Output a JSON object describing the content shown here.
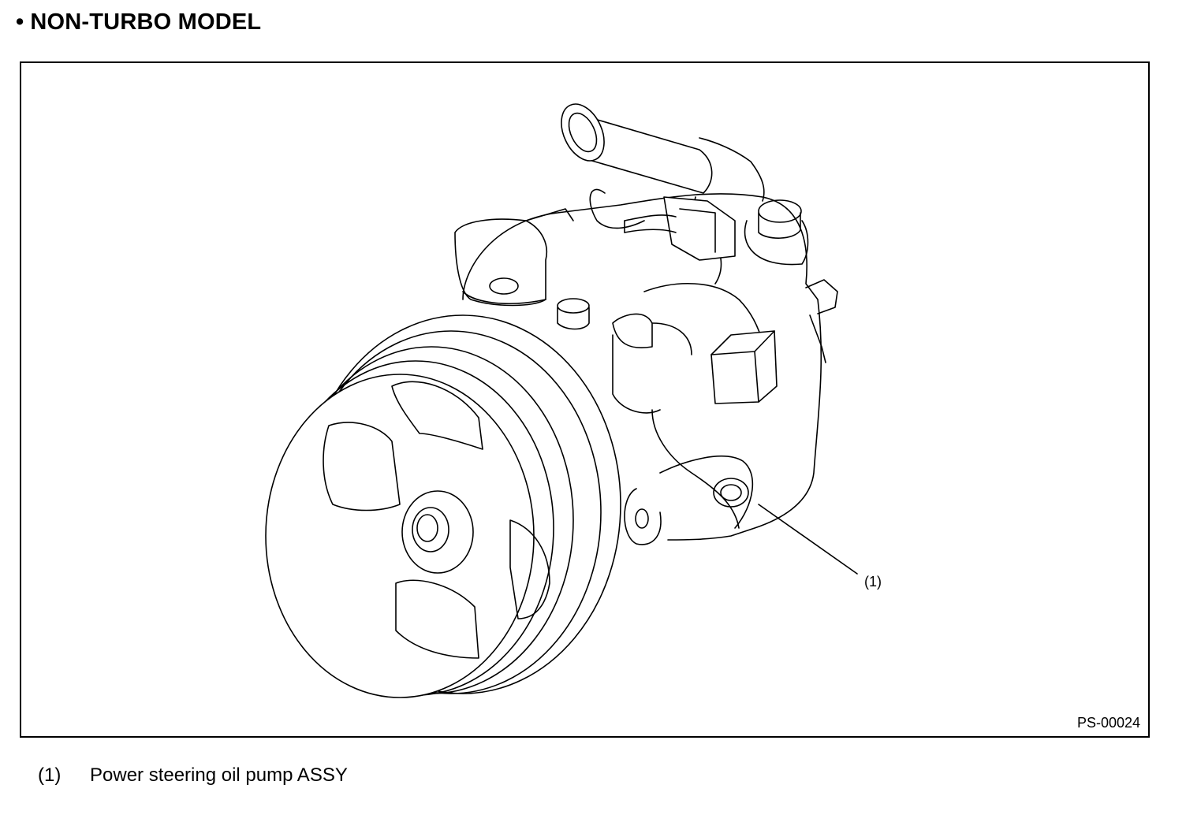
{
  "heading": {
    "bullet": "•",
    "text": "NON-TURBO MODEL"
  },
  "figure": {
    "code": "PS-00024",
    "callout": "(1)"
  },
  "legend": [
    {
      "num": "(1)",
      "text": "Power steering oil pump ASSY"
    }
  ]
}
